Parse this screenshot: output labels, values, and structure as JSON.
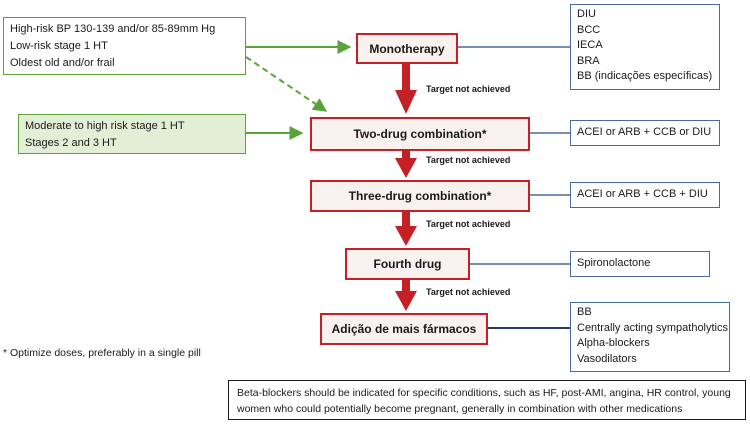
{
  "inputs": {
    "group1": [
      "High-risk BP 130-139 and/or 85-89mm Hg",
      "Low-risk stage 1 HT",
      "Oldest old and/or frail"
    ],
    "group2": [
      "Moderate to high risk stage 1 HT",
      "Stages 2 and 3 HT"
    ]
  },
  "steps": [
    "Monotherapy",
    "Two-drug combination*",
    "Three-drug combination*",
    "Fourth drug",
    "Adição de mais fármacos"
  ],
  "transition_label": "Target not achieved",
  "drugs": {
    "monotherapy": [
      "DIU",
      "BCC",
      "IECA",
      "BRA",
      "BB (indicações específicas)"
    ],
    "two_drug": "ACEI or ARB + CCB or DIU",
    "three_drug": "ACEI or ARB + CCB + DIU",
    "fourth": "Spironolactone",
    "more": [
      "BB",
      "Centrally acting sympatholytics",
      "Alpha-blockers",
      "Vasodilators"
    ]
  },
  "footnote": "* Optimize doses, preferably in a single pill",
  "note_lines": [
    "Beta-blockers should be indicated for specific conditions, such as HF, post-AMI, angina, HR control, young",
    "women who could potentially become pregnant, generally in combination with other medications"
  ],
  "colors": {
    "green": "#5aa33a",
    "red": "#c42026",
    "blue": "#4a6a9c"
  }
}
